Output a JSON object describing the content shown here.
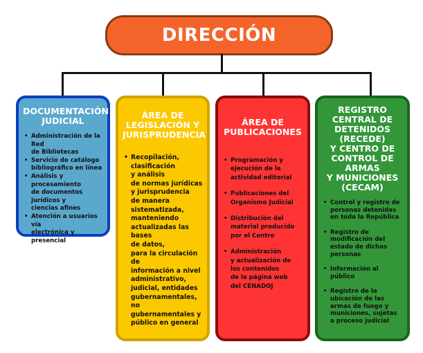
{
  "header": {
    "title": "DIRECCIÓN"
  },
  "units": [
    {
      "title": "DOCUMENTACIÓN\nJUDICIAL",
      "items": [
        "Administración de la Red\nde Bibliotecas",
        "Servicio de catálogo\nbibliográfico en línea",
        "Análisis y procesamiento\nde documentos jurídicos y\nciencias afines",
        "Atención a usuarios vía\nelectrónica y presencial"
      ]
    },
    {
      "title": "ÁREA DE\nLEGISLACIÓN Y\nJURISPRUDENCIA",
      "items": [
        "Recopilación,\nclasificación\ny análisis\nde normas jurídicas\ny jurisprudencia\nde manera\nsistematizada,\nmanteniendo\nactualizadas las bases\nde datos,\npara la circulación de\ninformación a nivel\nadministrativo,\njudicial, entidades\ngubernamentales, no\ngubernamentales y\npúblico en general"
      ]
    },
    {
      "title": "ÁREA DE\nPUBLICACIONES",
      "items": [
        "Programación y\nejecución de la\nactividad editorial",
        "Publicaciones del\nOrganismo Judicial",
        "Distribución del\nmaterial producido\npor el Centro",
        "Administración\ny actualización de\nlos contenidos\nde la  página web\ndel CENADOJ"
      ]
    },
    {
      "title": "REGISTRO\nCENTRAL DE\nDETENIDOS\n(RECEDE)\nY CENTRO DE\nCONTROL DE\nARMAS\nY MUNICIONES\n(CECAM)",
      "items": [
        "Control y registro de\npersonas detenidas\nen toda la República",
        "Registro de\nmodificación del\nestado de dichas\npersonas",
        "Información al\npúblico",
        "Registro de la\nubicación de las\narmas de fuego y\nmuniciones, sujetas\na proceso judicial"
      ]
    }
  ]
}
